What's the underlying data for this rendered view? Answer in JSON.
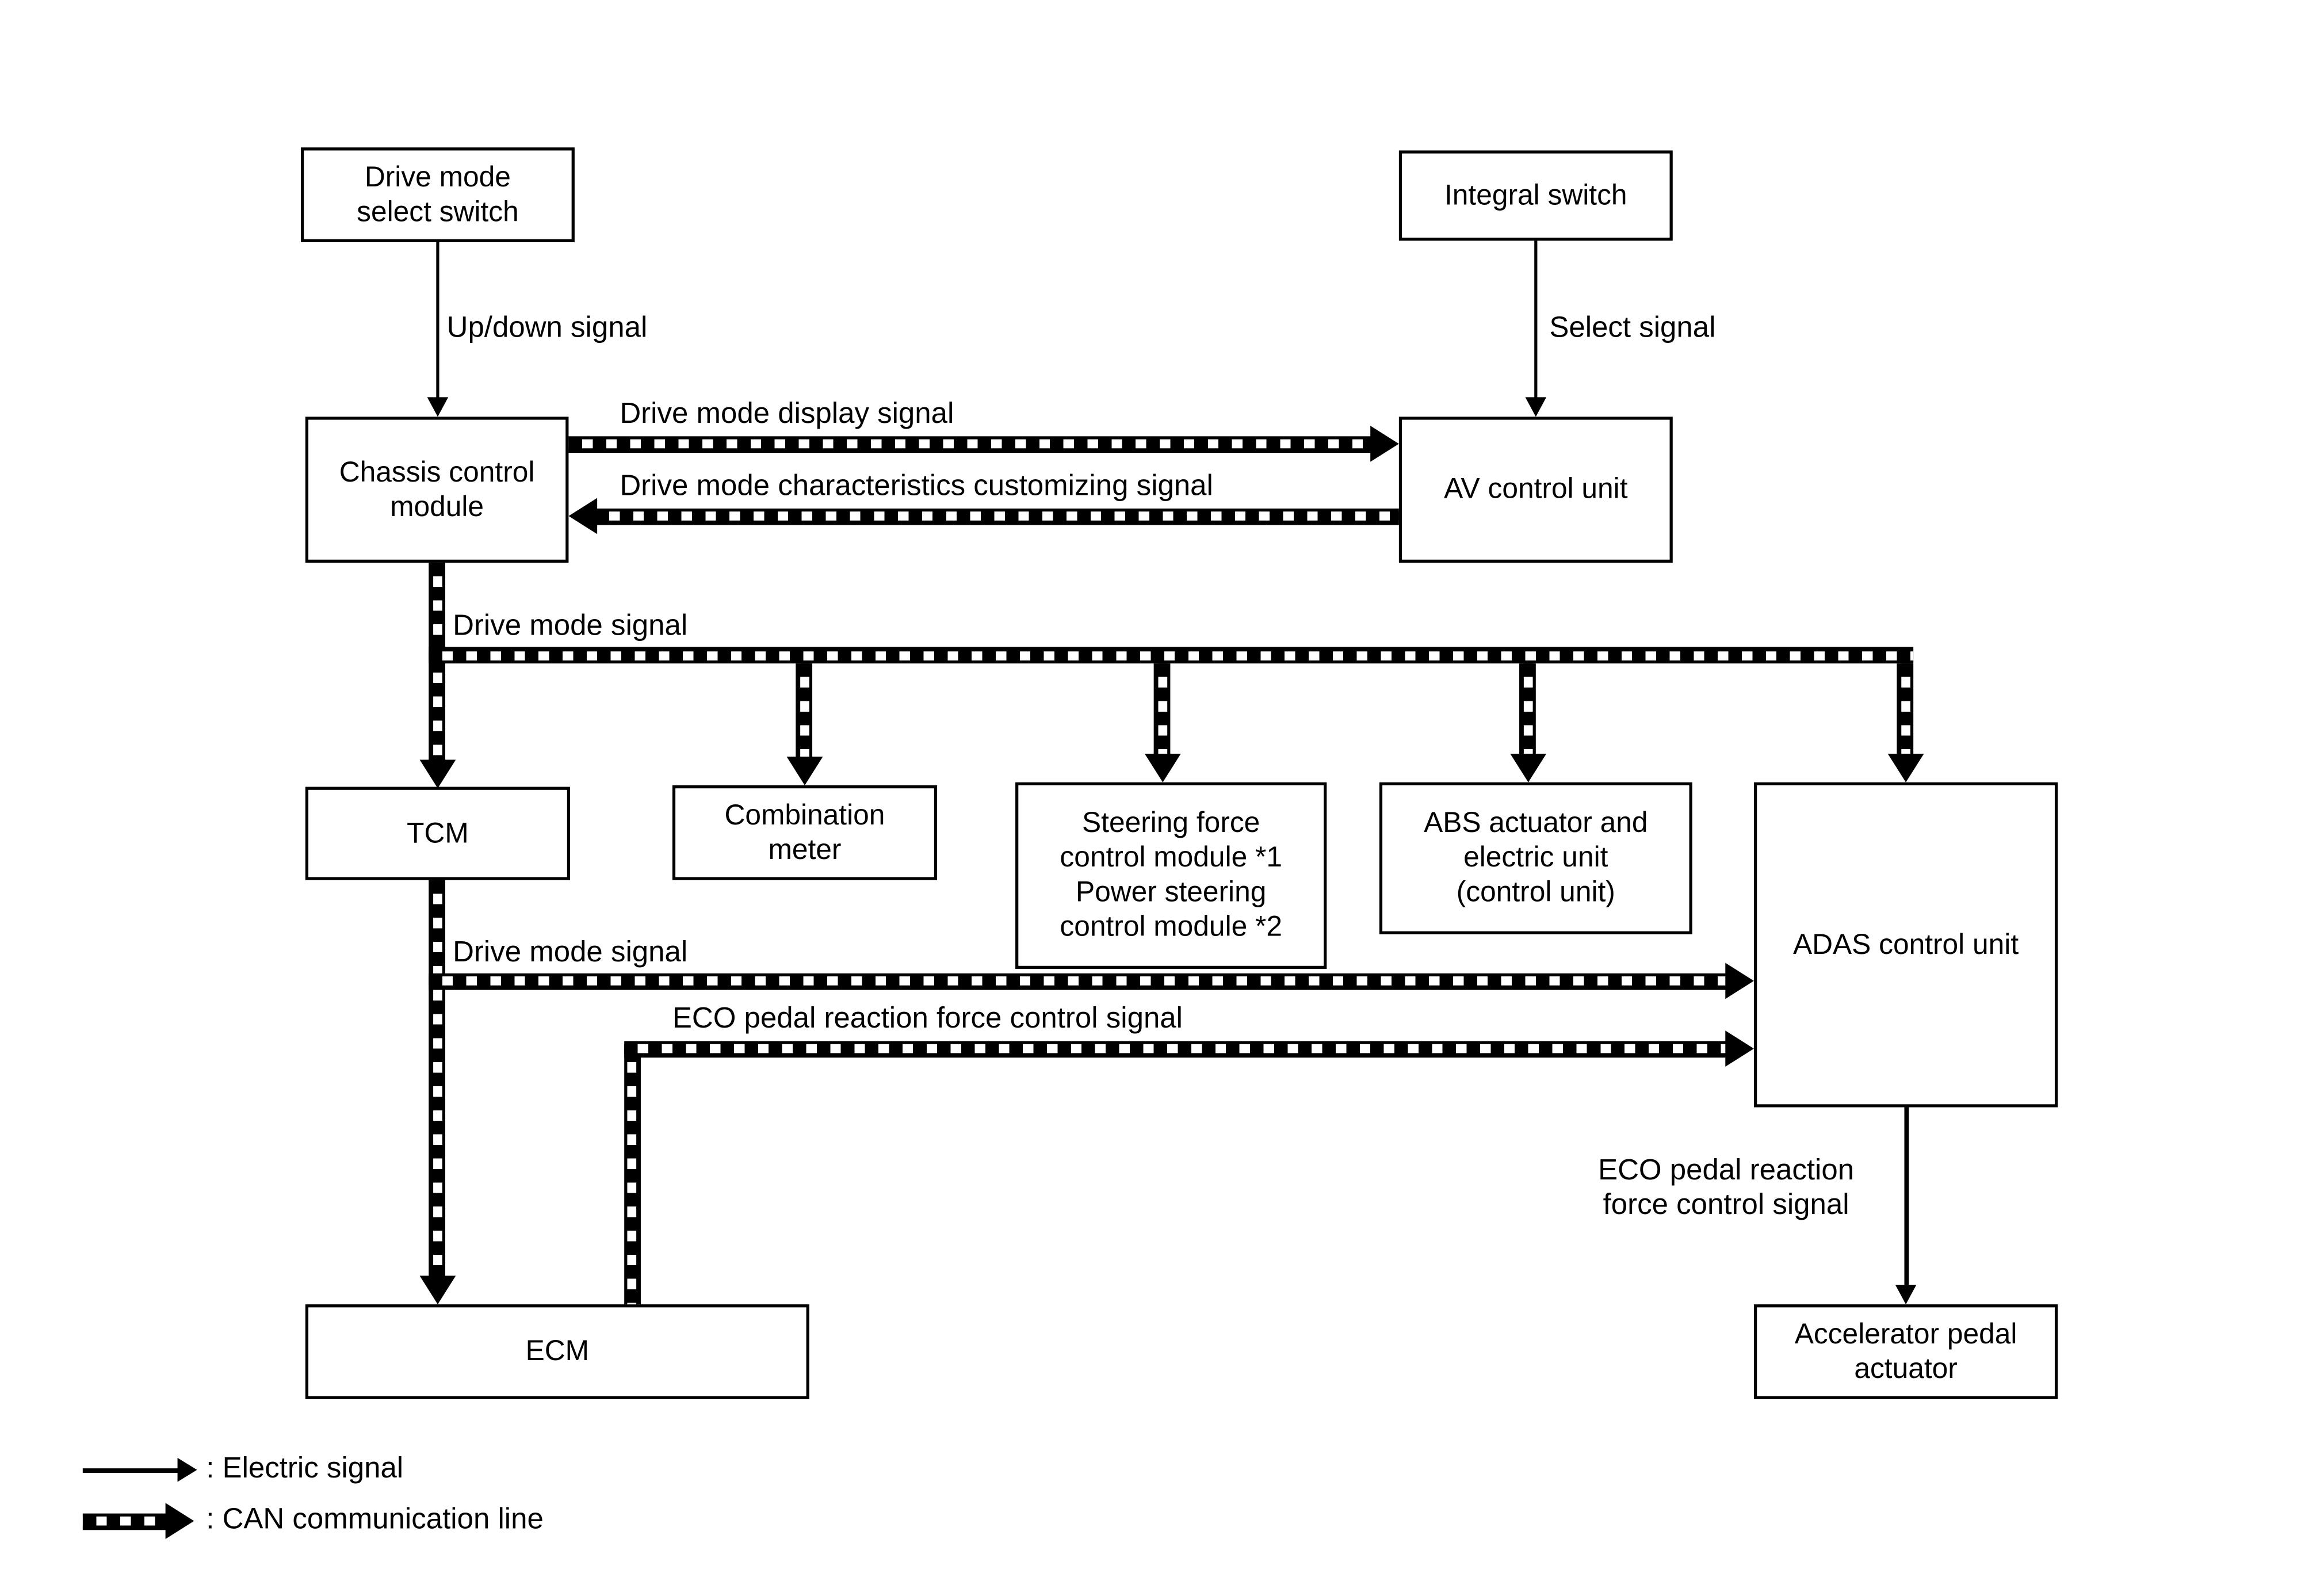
{
  "nodes": {
    "drive_mode_select_switch": "Drive mode\nselect switch",
    "integral_switch": "Integral switch",
    "chassis_control_module": "Chassis control\nmodule",
    "av_control_unit": "AV control unit",
    "tcm": "TCM",
    "combination_meter": "Combination\nmeter",
    "steering_power": "Steering force\ncontrol module *1\nPower steering\ncontrol module *2",
    "abs_unit": "ABS actuator and\nelectric unit\n(control unit)",
    "adas": "ADAS control unit",
    "ecm": "ECM",
    "accelerator_pedal_actuator": "Accelerator pedal\nactuator"
  },
  "signals": {
    "up_down": "Up/down signal",
    "select": "Select signal",
    "drive_mode_display": "Drive mode display signal",
    "drive_mode_customizing": "Drive mode characteristics customizing signal",
    "drive_mode_to_modules": "Drive mode signal",
    "drive_mode_to_adas": "Drive mode signal",
    "eco_pedal_to_adas": "ECO pedal reaction force control signal",
    "eco_pedal_to_actuator": "ECO pedal reaction\nforce control signal"
  },
  "legend": {
    "electric": ": Electric signal",
    "can": ": CAN communication line"
  },
  "colors": {
    "line": "#000000",
    "background": "#ffffff"
  }
}
